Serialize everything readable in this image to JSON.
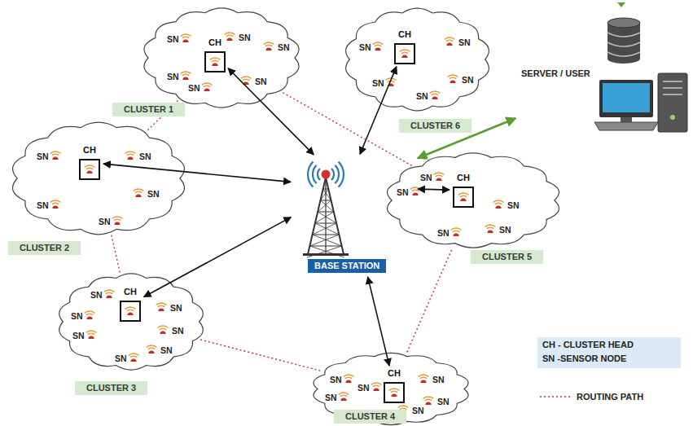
{
  "diagram": {
    "nodes": [
      {
        "text": [
          "CLUSTER 1",
          "SN",
          "SN",
          "SN",
          "SN",
          "SN",
          "SN"
        ]
      },
      {
        "text": [
          "CH"
        ],
        "in": 0
      },
      {
        "text": [
          "CLUSTER 6",
          "SN",
          "SN",
          "SN",
          "SN",
          "SN"
        ]
      },
      {
        "text": [
          "CH"
        ],
        "in": 2
      },
      {
        "text": [
          "SERVER / USER"
        ]
      },
      {
        "text": [
          "CLUSTER 2",
          "SN",
          "SN",
          "SN",
          "SN",
          "SN"
        ]
      },
      {
        "text": [
          "CH"
        ],
        "in": 5
      },
      {
        "text": [
          "BASE STATION"
        ]
      },
      {
        "text": [
          "CLUSTER 5",
          "SN",
          "SN",
          "SN",
          "SN",
          "SN"
        ]
      },
      {
        "text": [
          "CH"
        ],
        "in": 8
      },
      {
        "text": [
          "CLUSTER 3",
          "SN",
          "SN",
          "SN",
          "SN",
          "SN",
          "SN",
          "SN"
        ]
      },
      {
        "text": [
          "CH"
        ],
        "in": 10
      },
      {
        "text": [
          "CLUSTER 4",
          "SN",
          "SN",
          "SN",
          "SN",
          "SN",
          "SN"
        ]
      },
      {
        "text": [
          "CH"
        ],
        "in": 12
      }
    ],
    "edges": [
      {
        "from": 1,
        "to": 7,
        "arrow": "both"
      },
      {
        "from": 3,
        "to": 7,
        "arrow": "both"
      },
      {
        "from": 7,
        "to": 4,
        "arrow": "both"
      },
      {
        "from": 6,
        "to": 7,
        "arrow": "both"
      },
      {
        "from": 9,
        "to": 7,
        "arrow": "both"
      },
      {
        "from": 11,
        "to": 7,
        "arrow": "both"
      },
      {
        "from": 13,
        "to": 7,
        "arrow": "both"
      },
      {
        "from": 0,
        "to": 5,
        "arrow": "none"
      },
      {
        "from": 5,
        "to": 10,
        "arrow": "none"
      },
      {
        "from": 10,
        "to": 12,
        "arrow": "none"
      },
      {
        "from": 12,
        "to": 8,
        "arrow": "none"
      },
      {
        "from": 8,
        "to": 0,
        "arrow": "none"
      }
    ],
    "legend": [
      {
        "text": "CH - CLUSTER HEAD"
      },
      {
        "text": "SN -SENSOR NODE"
      },
      {
        "text": "ROUTING PATH"
      }
    ]
  }
}
